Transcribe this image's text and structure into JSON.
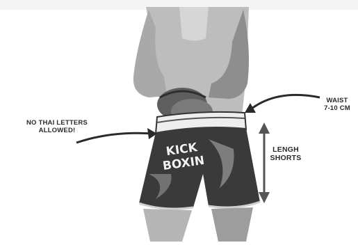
{
  "annotations": {
    "no_thai": [
      "NO THAI LETTERS",
      "ALLOWED!"
    ],
    "waist": [
      "WAIST",
      "7-10 CM"
    ],
    "length": [
      "LENGH",
      "SHORTS"
    ]
  },
  "shorts_logo": [
    "KICK",
    "BOXIN"
  ],
  "colors": {
    "background": "#ffffff",
    "skin": "#b9b9b9",
    "shorts": "#3a3a3a",
    "glove": "#6a6a6a",
    "text": "#2a2a2a"
  }
}
